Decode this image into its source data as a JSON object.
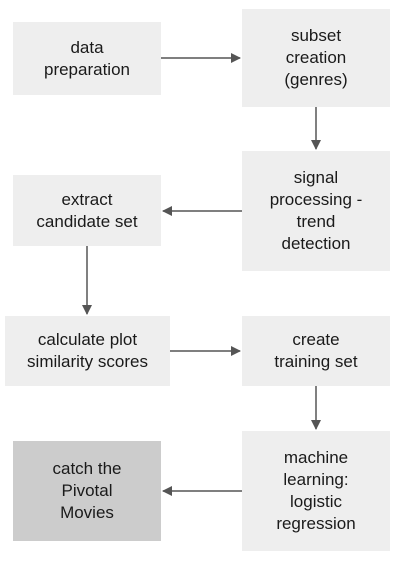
{
  "flow": {
    "steps": {
      "data_preparation": "data\npreparation",
      "subset_creation": "subset\ncreation\n(genres)",
      "signal_processing": "signal\nprocessing -\ntrend\ndetection",
      "extract_candidate": "extract\ncandidate set",
      "calculate_similarity": "calculate plot\nsimilarity scores",
      "create_training": "create\ntraining set",
      "machine_learning": "machine\nlearning:\nlogistic\nregression",
      "catch_pivotal": "catch the\nPivotal\nMovies"
    },
    "colors": {
      "box": "#eeeeee",
      "final_box": "#cccccc",
      "arrow": "#555555"
    }
  }
}
